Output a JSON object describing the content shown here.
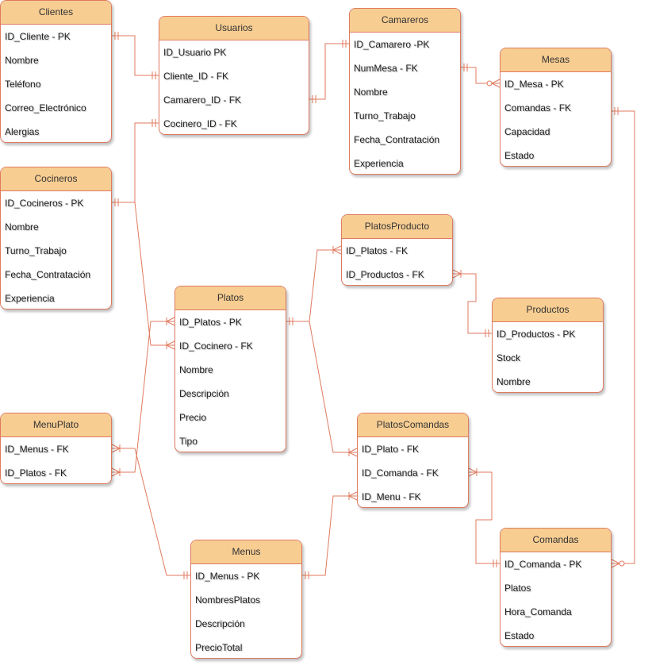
{
  "colors": {
    "stroke": "#e07a5f",
    "header": "#f7cd92",
    "text": "#222222"
  },
  "entities": {
    "clientes": {
      "title": "Clientes",
      "fields": [
        "ID_Cliente - PK",
        "Nombre",
        "Teléfono",
        "Correo_Electrónico",
        "Alergias"
      ]
    },
    "usuarios": {
      "title": "Usuarios",
      "fields": [
        "ID_Usuario PK",
        "Cliente_ID - FK",
        "Camarero_ID - FK",
        "Cocinero_ID - FK"
      ]
    },
    "camareros": {
      "title": "Camareros",
      "fields": [
        "ID_Camarero -PK",
        "NumMesa - FK",
        "Nombre",
        "Turno_Trabajo",
        "Fecha_Contratación",
        "Experiencia"
      ]
    },
    "mesas": {
      "title": "Mesas",
      "fields": [
        "ID_Mesa - PK",
        "Comandas - FK",
        "Capacidad",
        "Estado"
      ]
    },
    "cocineros": {
      "title": "Cocineros",
      "fields": [
        "ID_Cocineros - PK",
        "Nombre",
        "Turno_Trabajo",
        "Fecha_Contratación",
        "Experiencia"
      ]
    },
    "platos_producto": {
      "title": "PlatosProducto",
      "fields": [
        "ID_Platos - FK",
        "ID_Productos - FK"
      ]
    },
    "productos": {
      "title": "Productos",
      "fields": [
        "ID_Productos - PK",
        "Stock",
        "Nombre"
      ]
    },
    "platos": {
      "title": "Platos",
      "fields": [
        "ID_Platos - PK",
        "ID_Cocinero - FK",
        "Nombre",
        "Descripción",
        "Precio",
        "Tipo"
      ]
    },
    "platos_comandas": {
      "title": "PlatosComandas",
      "fields": [
        "ID_Plato - FK",
        "ID_Comanda - FK",
        "ID_Menu - FK"
      ]
    },
    "menu_plato": {
      "title": "MenuPlato",
      "fields": [
        "ID_Menus - FK",
        "ID_Platos - FK"
      ]
    },
    "menus": {
      "title": "Menus",
      "fields": [
        "ID_Menus - PK",
        "NombresPlatos",
        "Descripción",
        "PrecioTotal"
      ]
    },
    "comandas": {
      "title": "Comandas",
      "fields": [
        "ID_Comanda - PK",
        "Platos",
        "Hora_Comanda",
        "Estado"
      ]
    }
  },
  "relations": [
    {
      "from": "clientes.ID_Cliente",
      "to": "usuarios.Cliente_ID",
      "start": "one",
      "end": "one"
    },
    {
      "from": "camareros.ID_Camarero",
      "to": "usuarios.Camarero_ID",
      "start": "one",
      "end": "one"
    },
    {
      "from": "cocineros.ID_Cocineros",
      "to": "usuarios.Cocinero_ID",
      "start": "one",
      "end": "one"
    },
    {
      "from": "camareros.NumMesa",
      "to": "mesas.ID_Mesa",
      "start": "one",
      "end": "zero-many"
    },
    {
      "from": "mesas.Comandas",
      "to": "comandas.ID_Comanda",
      "start": "one",
      "end": "zero-many"
    },
    {
      "from": "cocineros.ID_Cocineros",
      "to": "platos.ID_Cocinero",
      "start": "one",
      "end": "many"
    },
    {
      "from": "platos.ID_Platos",
      "to": "platos_producto.ID_Platos",
      "start": "one",
      "end": "many"
    },
    {
      "from": "platos_producto.ID_Productos",
      "to": "productos.ID_Productos",
      "start": "many",
      "end": "one"
    },
    {
      "from": "platos.ID_Platos",
      "to": "platos_comandas.ID_Plato",
      "start": "one",
      "end": "many"
    },
    {
      "from": "platos_comandas.ID_Comanda",
      "to": "comandas.ID_Comanda",
      "start": "many",
      "end": "one"
    },
    {
      "from": "menus.ID_Menus",
      "to": "platos_comandas.ID_Menu",
      "start": "one",
      "end": "many"
    },
    {
      "from": "menu_plato.ID_Platos",
      "to": "platos.ID_Platos",
      "start": "many",
      "end": "many"
    },
    {
      "from": "menu_plato.ID_Menus",
      "to": "menus.ID_Menus",
      "start": "many",
      "end": "one"
    }
  ]
}
